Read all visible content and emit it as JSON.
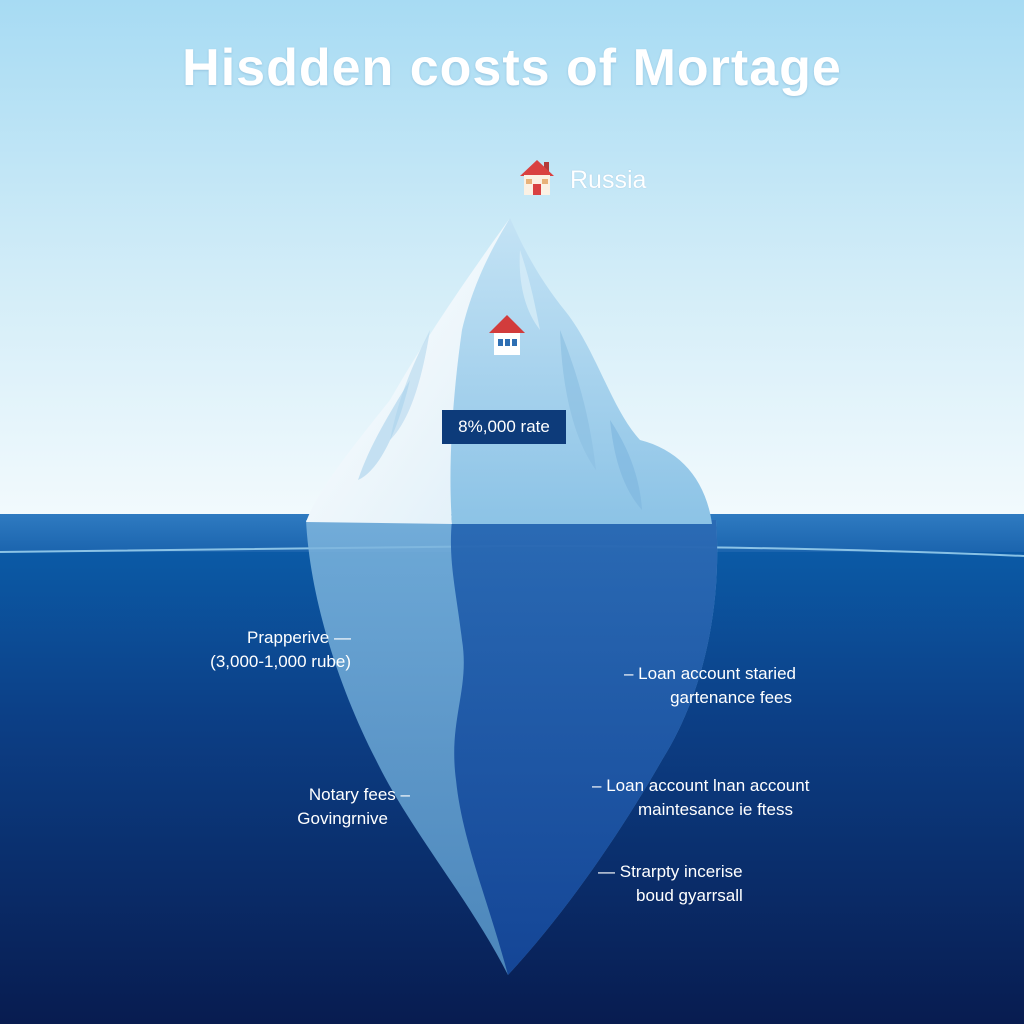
{
  "title": "Hisdden costs of  Mortage",
  "location": {
    "icon": "house-icon",
    "text": "Russia"
  },
  "peak": {
    "icon": "house-icon",
    "rate_badge": "8%,000 rate"
  },
  "labels_left": [
    {
      "line1": "Prapperive",
      "line2": "(3,000-1,000 rube)",
      "dash": "—"
    },
    {
      "line1": "Notary fees",
      "line2": "Govingrnive",
      "dash": "–"
    }
  ],
  "labels_right": [
    {
      "dash": "–",
      "line1": "Loan account staried",
      "line2": "gartenance fees"
    },
    {
      "dash": "–",
      "line1": "Loan account lnan account",
      "line2": "maintesance ie ftess"
    },
    {
      "dash": "—",
      "line1": "Strarpty incerise",
      "line2": "boud gyarrsall"
    }
  ],
  "colors": {
    "sky_top": "#a7dbf3",
    "sky_bottom": "#eef8fc",
    "sea_top": "#0a59a4",
    "sea_bottom": "#081c50",
    "badge": "#0d3b7a",
    "roof": "#d94141"
  }
}
